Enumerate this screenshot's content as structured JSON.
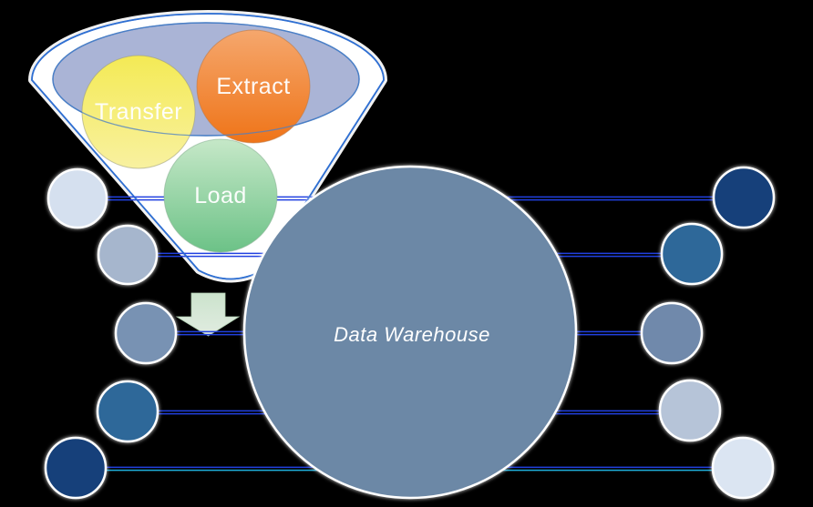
{
  "canvas": {
    "background": "#000000"
  },
  "funnel": {
    "cone_fill": "#ffffff",
    "cone_stroke": "#2f6fd2",
    "bowl_fill": "#aab4d6",
    "bowl_stroke": "#4a7fc6",
    "stages": [
      {
        "label": "Extract",
        "color_top": "#f5a76d",
        "color_bottom": "#ef7418"
      },
      {
        "label": "Transfer",
        "color_top": "#f4ea55",
        "color_bottom": "#f8f1a0"
      },
      {
        "label": "Load",
        "color_top": "#c6e8c8",
        "color_bottom": "#6cc287"
      }
    ]
  },
  "arrow": {
    "color_top": "#d2ebd3",
    "color_bottom": "#e9f4e9"
  },
  "warehouse": {
    "label": "Data Warehouse",
    "fill": "#6c88a6",
    "text_color": "#ffffff"
  },
  "left_nodes": [
    {
      "fill": "#d5e0ef"
    },
    {
      "fill": "#a6b6cd"
    },
    {
      "fill": "#7892b3"
    },
    {
      "fill": "#2d6799"
    },
    {
      "fill": "#14417a"
    }
  ],
  "right_nodes": [
    {
      "fill": "#14417a"
    },
    {
      "fill": "#2d6799"
    },
    {
      "fill": "#7089ab"
    },
    {
      "fill": "#b6c4d8"
    },
    {
      "fill": "#dbe5f2"
    }
  ],
  "connectors": {
    "color": "#2140e0",
    "alt_color": "#1fb0dc"
  }
}
